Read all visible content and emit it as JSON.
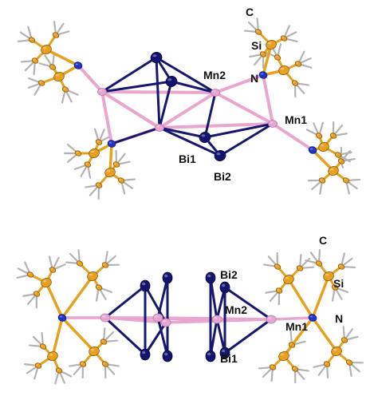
{
  "colors": {
    "background": "#ffffff",
    "Mn": "#e6a6d2",
    "Mn_edge": "#b77ba6",
    "Bi": "#14146e",
    "Bi_edge": "#05053a",
    "Si": "#e8a020",
    "Si_edge": "#8a5a0a",
    "C": "#e8a020",
    "N": "#2233cc",
    "H": "#bdbdbd",
    "bond_Mn": "#e9a7cf",
    "bond_Bi": "#17176f",
    "bond_Si": "#e5a21d",
    "bond_H": "#b3b3b3"
  },
  "labels": {
    "top": {
      "C": "C",
      "Si": "Si",
      "N": "N",
      "Mn2": "Mn2",
      "Mn1": "Mn1",
      "Bi1": "Bi1",
      "Bi2": "Bi2"
    },
    "bottom": {
      "C": "C",
      "Si": "Si",
      "N": "N",
      "Mn2": "Mn2",
      "Mn1": "Mn1",
      "Bi1": "Bi1",
      "Bi2": "Bi2"
    }
  }
}
